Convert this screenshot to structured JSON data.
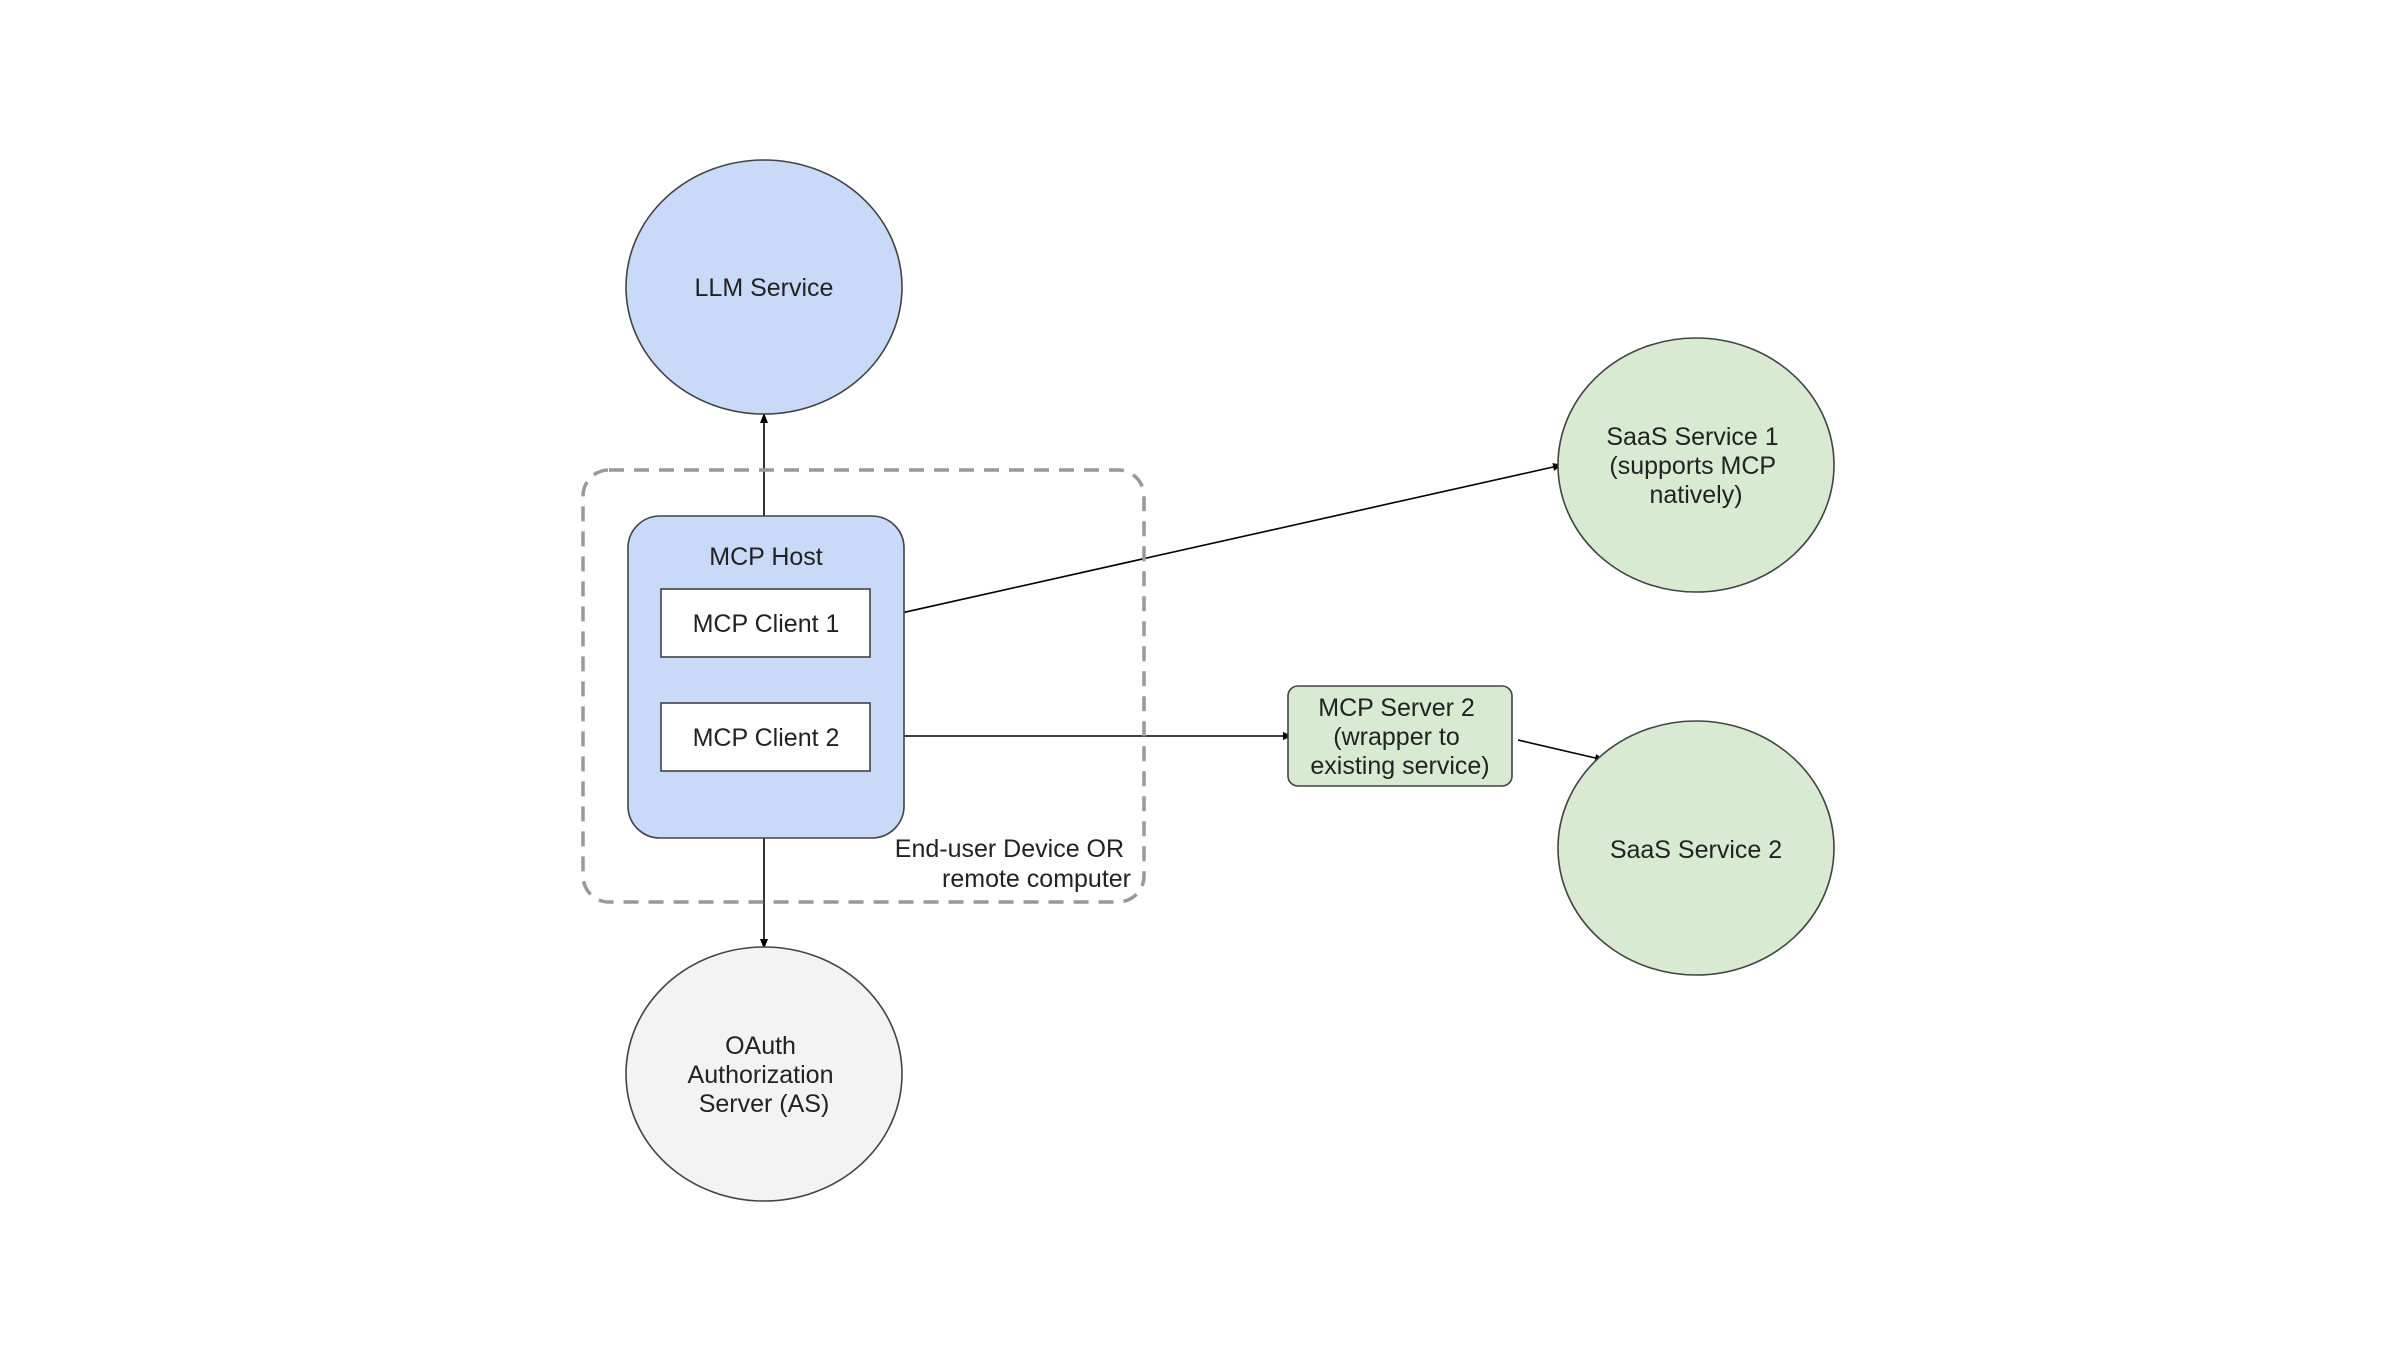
{
  "nodes": {
    "llm_service": {
      "label": "LLM Service",
      "fill": "#c9daf8"
    },
    "mcp_host": {
      "label": "MCP Host",
      "fill": "#c9daf8"
    },
    "mcp_client_1": {
      "label": "MCP Client 1",
      "fill": "#ffffff"
    },
    "mcp_client_2": {
      "label": "MCP Client 2",
      "fill": "#ffffff"
    },
    "boundary": {
      "lines": [
        "End-user Device OR",
        "remote computer"
      ]
    },
    "oauth_server": {
      "lines": [
        "OAuth",
        "Authorization",
        "Server (AS)"
      ],
      "fill": "#f3f3f3"
    },
    "mcp_server_2": {
      "lines": [
        "MCP Server 2",
        "(wrapper to",
        "existing service)"
      ],
      "fill": "#d9ead3"
    },
    "saas_service_1": {
      "lines": [
        "SaaS Service 1",
        "(supports MCP",
        "natively)"
      ],
      "fill": "#d9ead3"
    },
    "saas_service_2": {
      "label": "SaaS Service 2",
      "fill": "#d9ead3"
    }
  },
  "colors": {
    "stroke": "#434343",
    "boundary_stroke": "#999999",
    "arrow": "#000000"
  }
}
